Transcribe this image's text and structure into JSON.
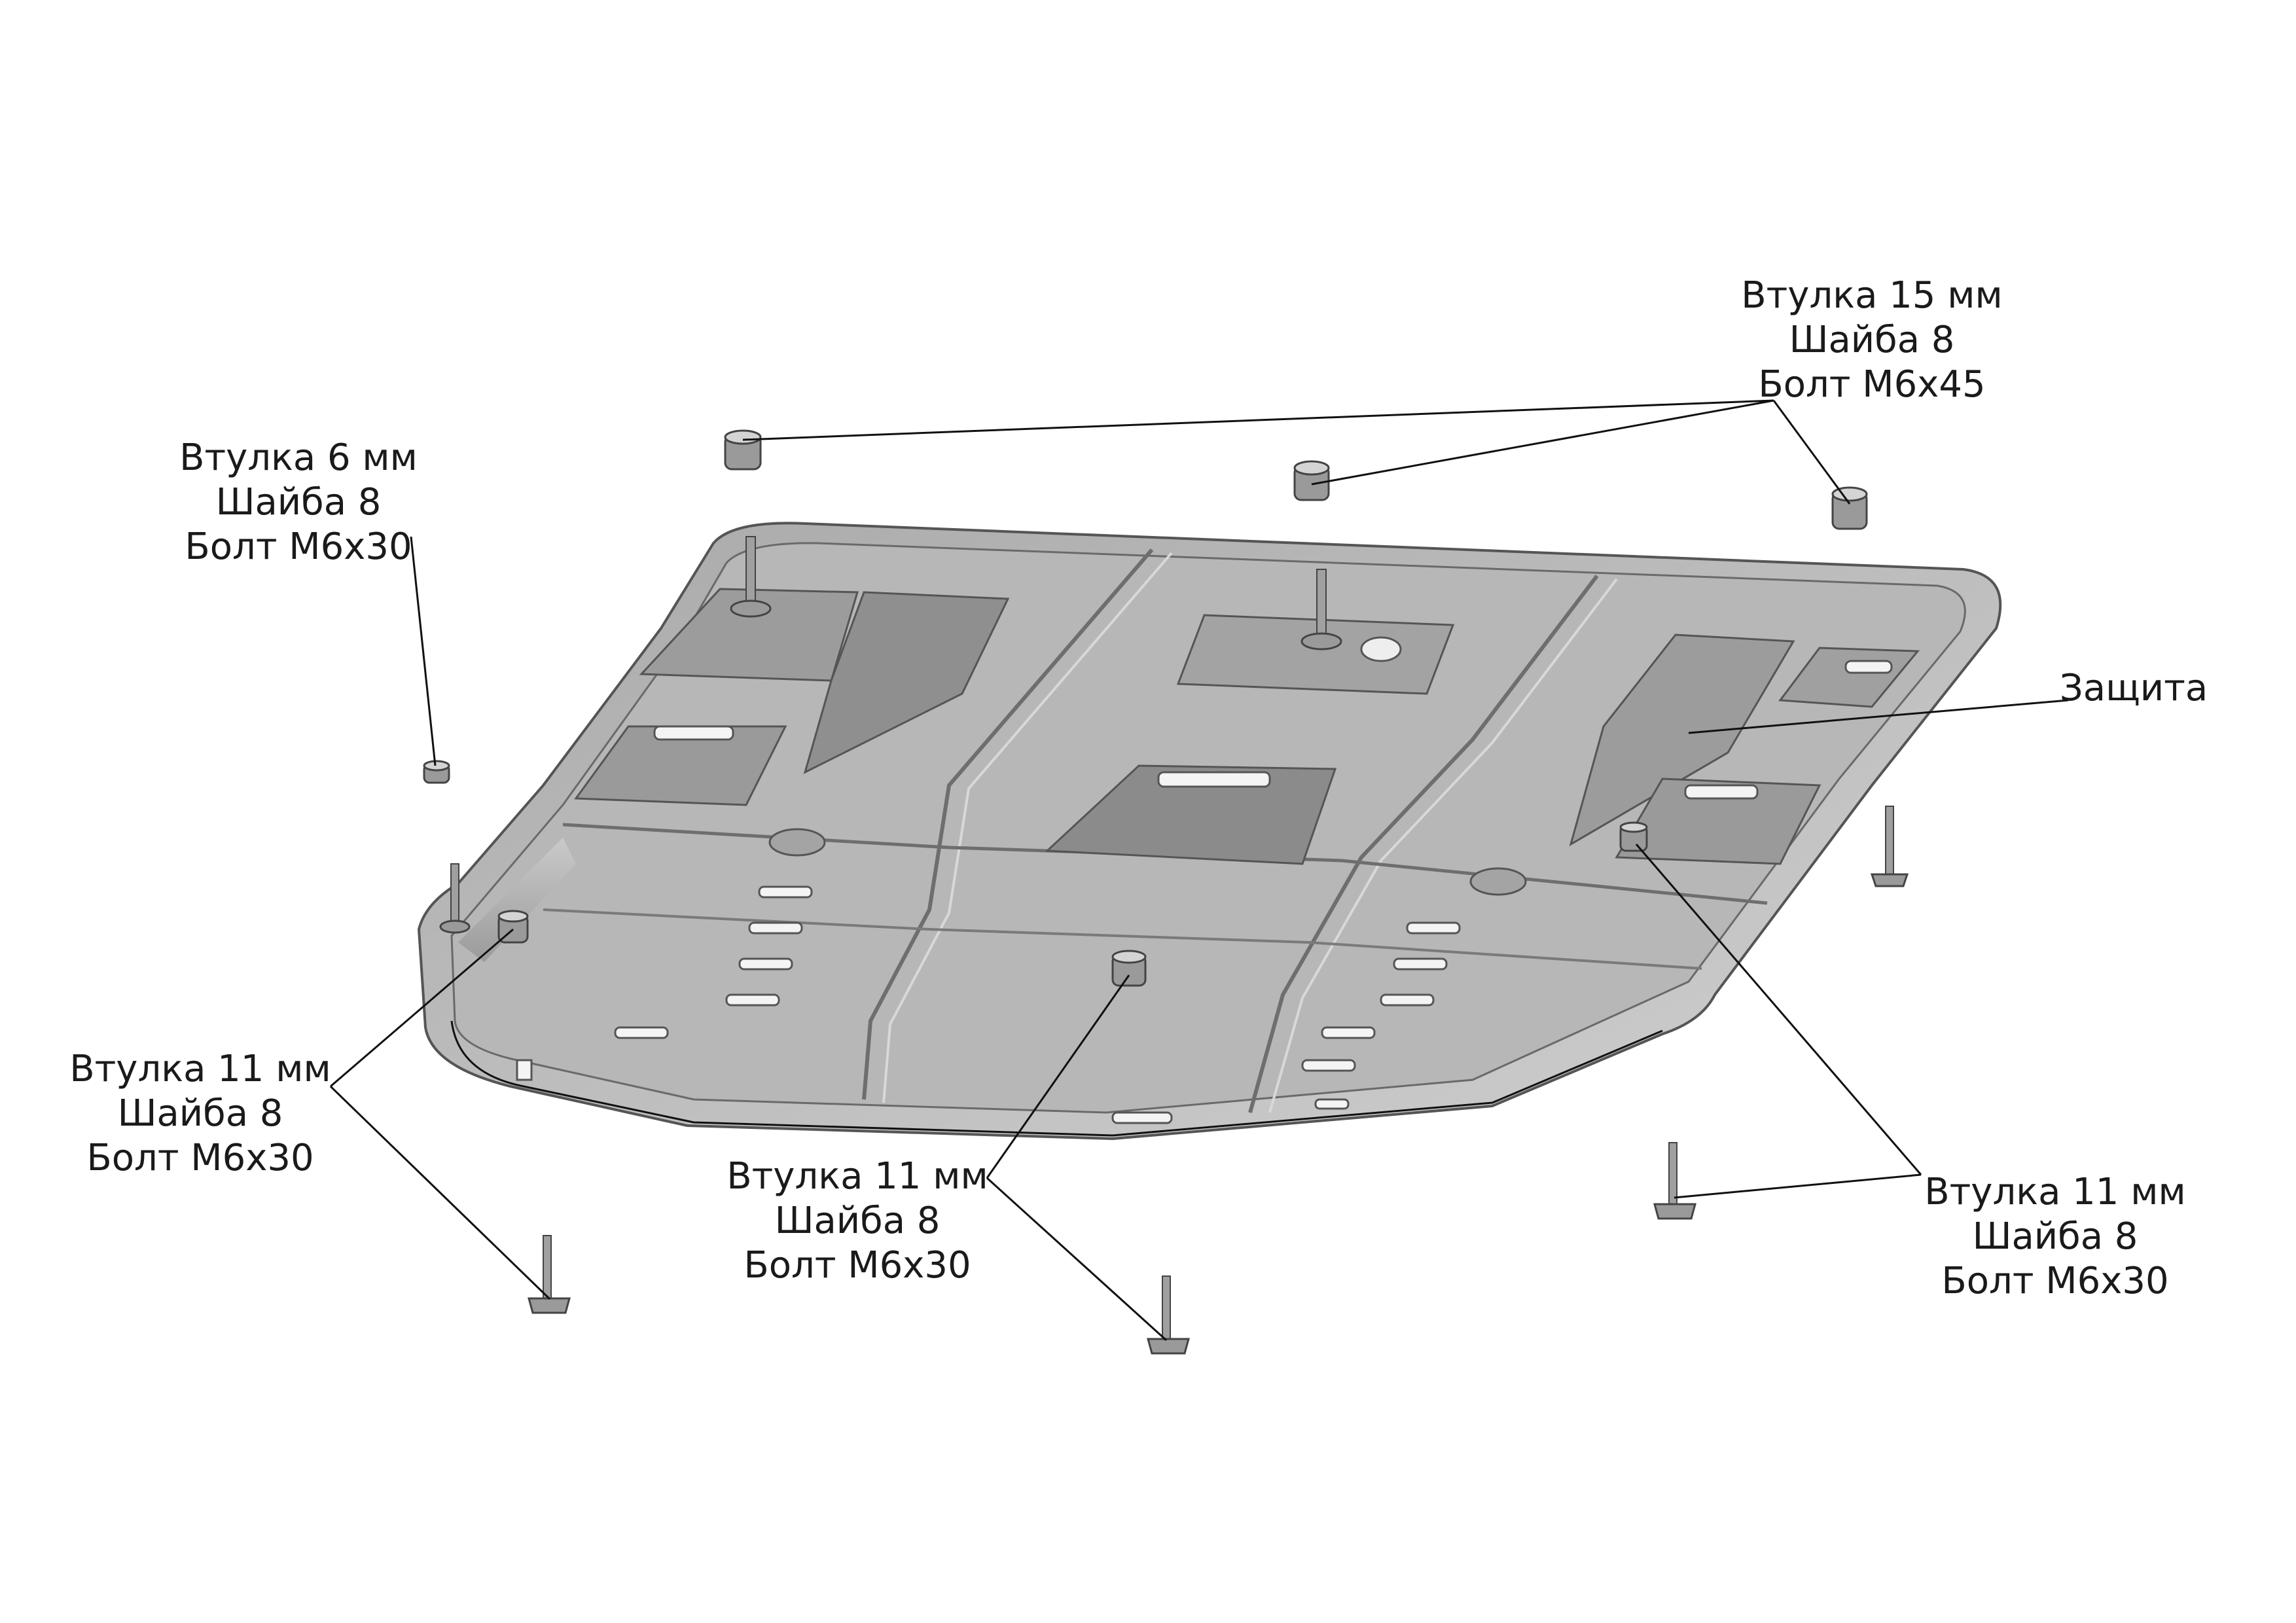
{
  "labels": {
    "top_right": {
      "sleeve": "Втулка 15 мм",
      "washer": "Шайба 8",
      "bolt": "Болт М6х45"
    },
    "top_left": {
      "sleeve": "Втулка 6 мм",
      "washer": "Шайба 8",
      "bolt": "Болт М6х30"
    },
    "guard": "Защита",
    "bottom_left": {
      "sleeve": "Втулка 11 мм",
      "washer": "Шайба 8",
      "bolt": "Болт М6х30"
    },
    "bottom_center": {
      "sleeve": "Втулка 11 мм",
      "washer": "Шайба 8",
      "bolt": "Болт М6х30"
    },
    "bottom_right": {
      "sleeve": "Втулка 11 мм",
      "washer": "Шайба 8",
      "bolt": "Болт М6х30"
    }
  },
  "colors": {
    "plate": "#bdbdbd",
    "plate_dark": "#8e8e8e",
    "plate_edge": "#6a6a6a",
    "hardware": "#9a9a9a",
    "slot": "#f4f4f4"
  }
}
